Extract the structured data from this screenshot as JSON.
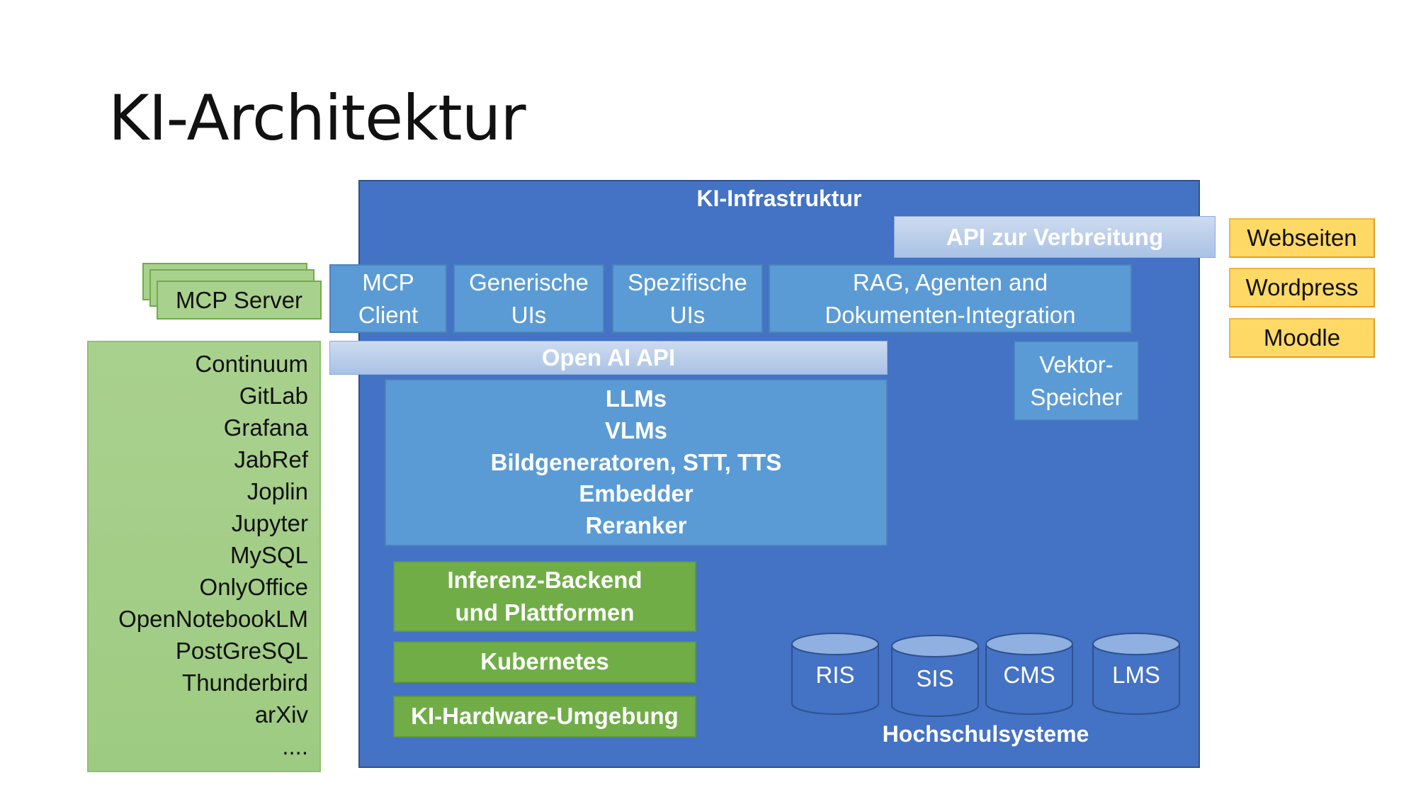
{
  "slide": {
    "title": "KI-Architektur"
  },
  "infrastructure": {
    "title": "KI-Infrastruktur",
    "api_distribution": "API zur Verbreitung",
    "frontends": [
      {
        "line1": "MCP",
        "line2": "Client"
      },
      {
        "line1": "Generische",
        "line2": "UIs"
      },
      {
        "line1": "Spezifische",
        "line2": "UIs"
      },
      {
        "line1": "RAG, Agenten and",
        "line2": "Dokumenten-Integration"
      }
    ],
    "openai_api": "Open AI API",
    "models": [
      "LLMs",
      "VLMs",
      "Bildgeneratoren, STT, TTS",
      "Embedder",
      "Reranker"
    ],
    "vector_store": {
      "line1": "Vektor-",
      "line2": "Speicher"
    },
    "backend": {
      "line1": "Inferenz-Backend",
      "line2": "und Plattformen"
    },
    "kubernetes": "Kubernetes",
    "hardware": "KI-Hardware-Umgebung",
    "university_systems": {
      "label": "Hochschulsysteme",
      "items": [
        "RIS",
        "SIS",
        "CMS",
        "LMS"
      ]
    }
  },
  "mcp_server": {
    "label": "MCP Server"
  },
  "tools": [
    "Continuum",
    "GitLab",
    "Grafana",
    "JabRef",
    "Joplin",
    "Jupyter",
    "MySQL",
    "OnlyOffice",
    "OpenNotebookLM",
    "PostGreSQL",
    "Thunderbird",
    "arXiv",
    "...."
  ],
  "targets": [
    "Webseiten",
    "Wordpress",
    "Moodle"
  ],
  "colors": {
    "infrastructure_blue": "#4472c4",
    "component_blue": "#5b9bd5",
    "api_bar": "#bdd0ec",
    "green": "#70ad47",
    "light_green": "#a9d18e",
    "orange": "#ffd966"
  }
}
